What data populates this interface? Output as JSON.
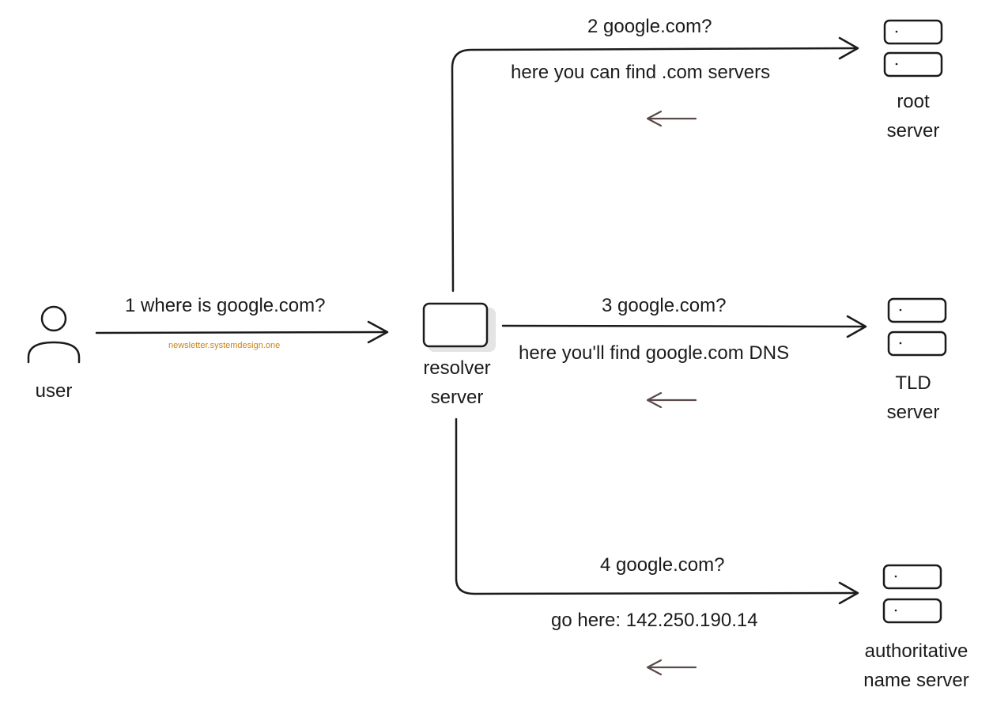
{
  "nodes": {
    "user": {
      "label": "user"
    },
    "resolver": {
      "label_line1": "resolver",
      "label_line2": "server"
    },
    "root": {
      "label_line1": "root",
      "label_line2": "server"
    },
    "tld": {
      "label_line1": "TLD",
      "label_line2": "server"
    },
    "authoritative": {
      "label_line1": "authoritative",
      "label_line2": "name server"
    }
  },
  "steps": {
    "step1": {
      "request": "1 where is google.com?"
    },
    "step2": {
      "request": "2 google.com?",
      "response": "here you can find .com servers"
    },
    "step3": {
      "request": "3 google.com?",
      "response": "here you'll find google.com DNS"
    },
    "step4": {
      "request": "4 google.com?",
      "response": "go here: 142.250.190.14"
    }
  },
  "watermark": "newsletter.systemdesign.one",
  "colors": {
    "stroke": "#1b1b1b",
    "response_arrow": "#5a4a4a",
    "watermark": "#c8861a",
    "resolver_shadow": "#e4e4e4"
  }
}
